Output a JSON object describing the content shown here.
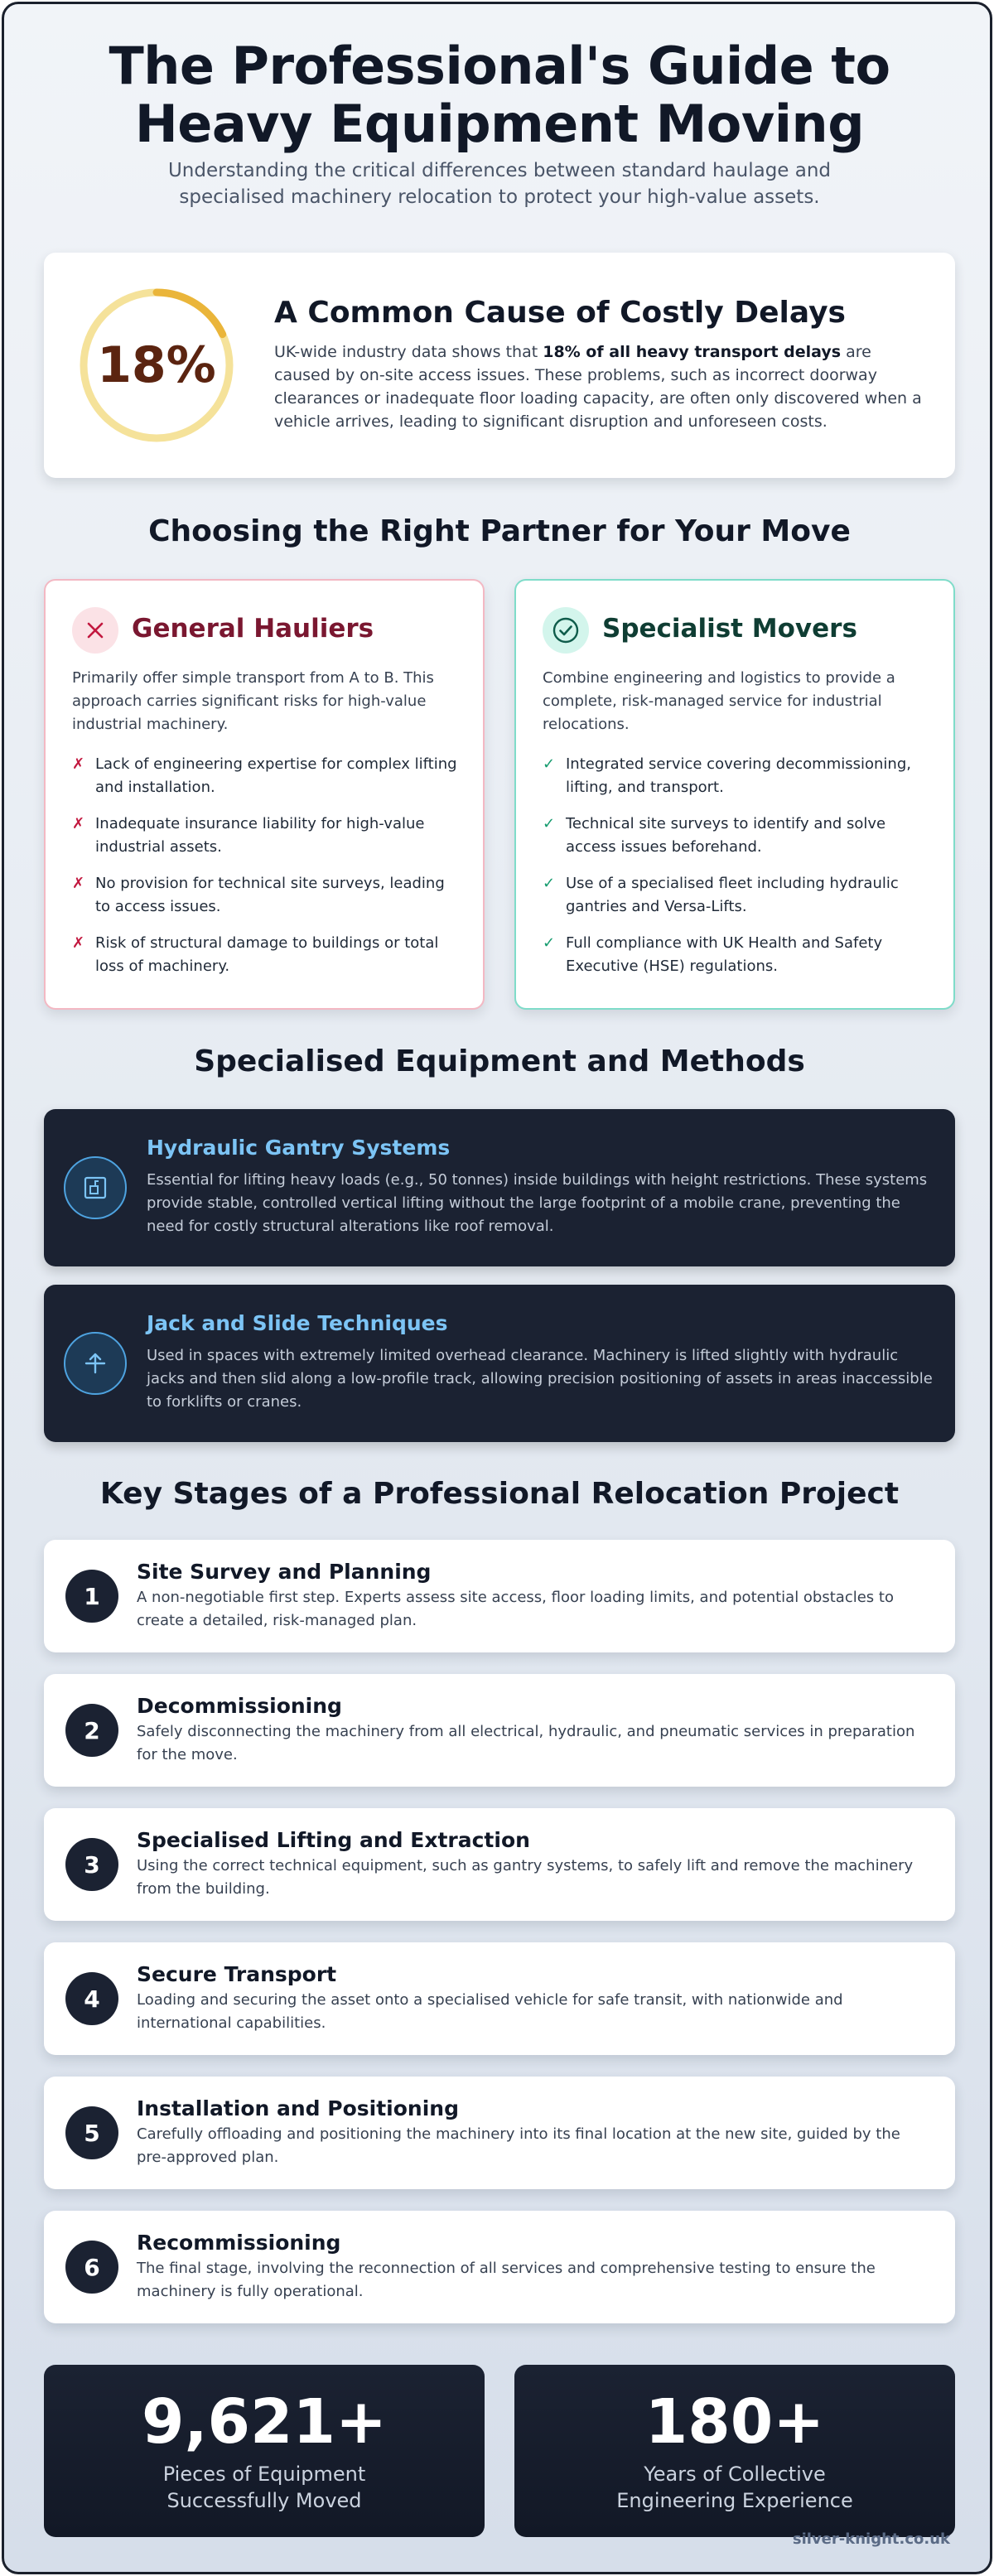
{
  "header": {
    "title_line1": "The Professional's Guide to",
    "title_line2": "Heavy Equipment Moving",
    "subtitle": "Understanding the critical differences between standard haulage and specialised machinery relocation to protect your high-value assets."
  },
  "stat": {
    "value": "18%",
    "fraction": 0.18,
    "title": "A Common Cause of Costly Delays",
    "body_before": "UK-wide industry data shows that ",
    "body_bold": "18% of all heavy transport delays",
    "body_after": " are caused by on-site access issues. These problems, such as incorrect doorway clearances or inadequate floor loading capacity, are often only discovered when a vehicle arrives, leading to significant disruption and unforeseen costs."
  },
  "partner": {
    "section_title": "Choosing the Right Partner for Your Move",
    "general": {
      "title": "General Hauliers",
      "icon": "x-icon",
      "description": "Primarily offer simple transport from A to B. This approach carries significant risks for high-value industrial machinery.",
      "mark": "✗",
      "items": [
        "Lack of engineering expertise for complex lifting and installation.",
        "Inadequate insurance liability for high-value industrial assets.",
        "No provision for technical site surveys, leading to access issues.",
        "Risk of structural damage to buildings or total loss of machinery."
      ]
    },
    "specialist": {
      "title": "Specialist Movers",
      "icon": "check-circle-icon",
      "description": "Combine engineering and logistics to provide a complete, risk-managed service for industrial relocations.",
      "mark": "✓",
      "items": [
        "Integrated service covering decommissioning, lifting, and transport.",
        "Technical site surveys to identify and solve access issues beforehand.",
        "Use of a specialised fleet including hydraulic gantries and Versa-Lifts.",
        "Full compliance with UK Health and Safety Executive (HSE) regulations."
      ]
    }
  },
  "methods": {
    "section_title": "Specialised Equipment and Methods",
    "items": [
      {
        "title": "Hydraulic Gantry Systems",
        "icon": "gantry-icon",
        "body": "Essential for lifting heavy loads (e.g., 50 tonnes) inside buildings with height restrictions. These systems provide stable, controlled vertical lifting without the large footprint of a mobile crane, preventing the need for costly structural alterations like roof removal."
      },
      {
        "title": "Jack and Slide Techniques",
        "icon": "jack-icon",
        "body": "Used in spaces with extremely limited overhead clearance. Machinery is lifted slightly with hydraulic jacks and then slid along a low-profile track, allowing precision positioning of assets in areas inaccessible to forklifts or cranes."
      }
    ]
  },
  "stages": {
    "section_title": "Key Stages of a Professional Relocation Project",
    "items": [
      {
        "num": "1",
        "title": "Site Survey and Planning",
        "body": "A non-negotiable first step. Experts assess site access, floor loading limits, and potential obstacles to create a detailed, risk-managed plan."
      },
      {
        "num": "2",
        "title": "Decommissioning",
        "body": "Safely disconnecting the machinery from all electrical, hydraulic, and pneumatic services in preparation for the move."
      },
      {
        "num": "3",
        "title": "Specialised Lifting and Extraction",
        "body": "Using the correct technical equipment, such as gantry systems, to safely lift and remove the machinery from the building."
      },
      {
        "num": "4",
        "title": "Secure Transport",
        "body": "Loading and securing the asset onto a specialised vehicle for safe transit, with nationwide and international capabilities."
      },
      {
        "num": "5",
        "title": "Installation and Positioning",
        "body": "Carefully offloading and positioning the machinery into its final location at the new site, guided by the pre-approved plan."
      },
      {
        "num": "6",
        "title": "Recommissioning",
        "body": "The final stage, involving the reconnection of all services and comprehensive testing to ensure the machinery is fully operational."
      }
    ]
  },
  "bottom_stats": [
    {
      "value": "9,621+",
      "label_line1": "Pieces of Equipment",
      "label_line2": "Successfully Moved"
    },
    {
      "value": "180+",
      "label_line1": "Years of Collective",
      "label_line2": "Engineering Experience"
    }
  ],
  "footer": {
    "source": "silver-knight.co.uk"
  },
  "colors": {
    "ring_track": "#f5e29a",
    "ring_fill": "#eab53a",
    "stat_text": "#5b2410",
    "bad_accent": "#c2183f",
    "good_accent": "#159b6e",
    "method_accent": "#7cc4f5",
    "dark_card": "#1b2232"
  }
}
